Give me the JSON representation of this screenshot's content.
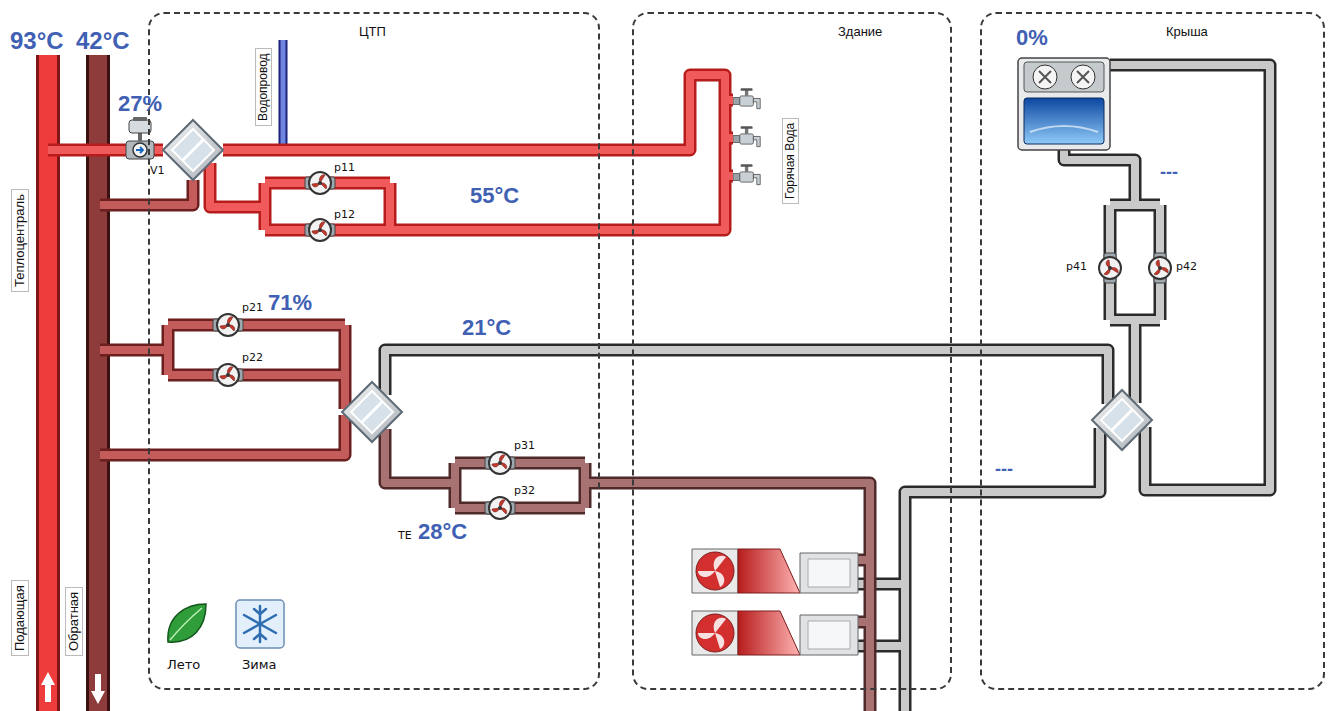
{
  "diagram": {
    "nodes": [
      {
        "text": [
          "ЦТП"
        ]
      },
      {
        "text": [
          "Здание"
        ]
      },
      {
        "text": [
          "Крыша"
        ]
      }
    ],
    "labels": [
      "93°C",
      "42°C",
      "Теплоцентраль",
      "Подающая",
      "Обратная",
      "27%",
      "V1",
      "Водопровод",
      "p11",
      "p12",
      "55°C",
      "Горячая Вода",
      "p21",
      "p22",
      "71%",
      "21°C",
      "p31",
      "p32",
      "TE",
      "28°C",
      "Лето",
      "Зима",
      "0%",
      "---",
      "p41",
      "p42",
      "---"
    ]
  }
}
